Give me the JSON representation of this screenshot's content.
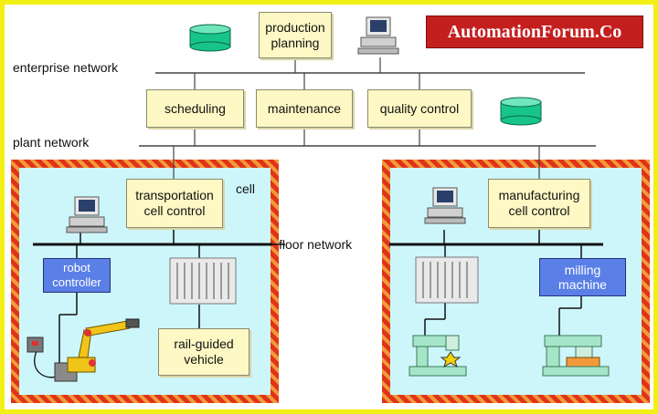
{
  "brand": "AutomationForum.Co",
  "networks": {
    "enterprise": "enterprise network",
    "plant": "plant network",
    "floor": "floor network"
  },
  "enterprise": {
    "production_planning": "production\nplanning"
  },
  "plant": {
    "scheduling": "scheduling",
    "maintenance": "maintenance",
    "quality_control": "quality control"
  },
  "cell_left": {
    "label": "cell",
    "transport_control": "transportation\ncell control",
    "robot_controller": "robot\ncontroller",
    "rail_vehicle": "rail-guided\nvehicle"
  },
  "cell_right": {
    "manufacturing_control": "manufacturing\ncell control",
    "milling_machine": "milling\nmachine"
  },
  "colors": {
    "frame": "#f2ef14",
    "box_fill": "#fdf8c4",
    "blue_box": "#5a7fe6",
    "cell_background": "#cdf6fb",
    "cell_hatch": "#e0331a",
    "database": "#17c48a",
    "brand_bg": "#c41f1f"
  },
  "icons": [
    "database-icon",
    "computer-icon",
    "robot-arm-icon",
    "rack-icon",
    "machine-tool-icon"
  ]
}
